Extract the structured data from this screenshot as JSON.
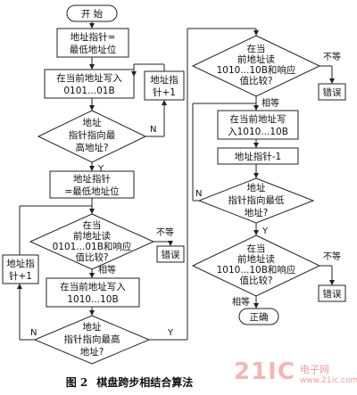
{
  "nodes": {
    "start": "开 始",
    "init1_l1": "地址指针=",
    "init1_l2": "最低地址位",
    "write1_l1": "在当前地址写入",
    "write1_l2": "0101...01B",
    "inc1_l1": "地址指",
    "inc1_l2": "针+1",
    "dec1_l1": "地址",
    "dec1_l2": "指针指向最",
    "dec1_l3": "高地址?",
    "init2_l1": "地址指针",
    "init2_l2": "=最低地址位",
    "cmp1_l1": "在当",
    "cmp1_l2": "前地址读",
    "cmp1_l3": "0101...01B和响应",
    "cmp1_l4": "值比较?",
    "err1": "错误",
    "inc2_l1": "地址指",
    "inc2_l2": "针+1",
    "write2_l1": "在当前地址写入",
    "write2_l2": "1010...10B",
    "dec2_l1": "地址",
    "dec2_l2": "指针指向最高",
    "dec2_l3": "地址?",
    "cmp2_l1": "在当",
    "cmp2_l2": "前地址读",
    "cmp2_l3": "1010...10B和响应",
    "cmp2_l4": "值比较?",
    "err2": "错误",
    "write3_l1": "在当前地址写",
    "write3_l2": "入1010...10B",
    "dec_ptr": "地址指针-1",
    "dec3_l1": "地址",
    "dec3_l2": "指针指向最低",
    "dec3_l3": "地址?",
    "cmp3_l1": "在当",
    "cmp3_l2": "前地址读",
    "cmp3_l3": "1010...10B和响应",
    "cmp3_l4": "值比较?",
    "err3": "错误",
    "ok": "正确"
  },
  "labels": {
    "n": "N",
    "y": "Y",
    "equal": "相等",
    "not_equal": "不等"
  },
  "caption": {
    "figure": "图 2",
    "title": "棋盘跨步相结合算法"
  },
  "logo": {
    "mark": "21IC",
    "site": "电子网",
    "url": "www.21ic.com"
  }
}
